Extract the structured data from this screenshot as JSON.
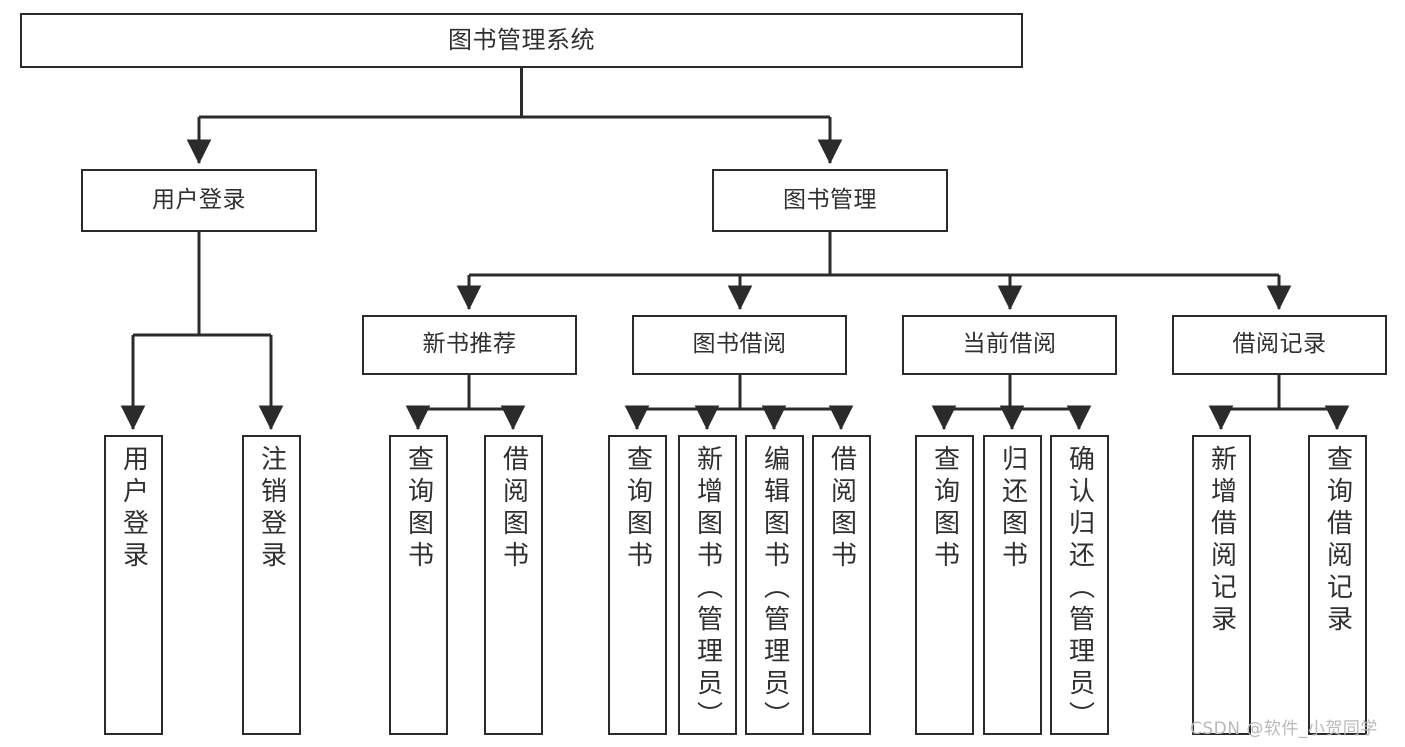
{
  "diagram": {
    "title": "图书管理系统",
    "type": "tree-flowchart",
    "stroke_color": "#2b2b2b",
    "text_color": "#30302f",
    "background_color": "#ffffff",
    "watermark": "CSDN @软件_小贺同学"
  },
  "nodes": {
    "root": {
      "label": "图书管理系统"
    },
    "level2": [
      {
        "label": "用户登录"
      },
      {
        "label": "图书管理"
      }
    ],
    "level3": [
      {
        "label": "新书推荐"
      },
      {
        "label": "图书借阅"
      },
      {
        "label": "当前借阅"
      },
      {
        "label": "借阅记录"
      }
    ],
    "leaves": {
      "user_login": [
        {
          "label": "用户登录"
        },
        {
          "label": "注销登录"
        }
      ],
      "new_book_recommend": [
        {
          "label": "查询图书"
        },
        {
          "label": "借阅图书"
        }
      ],
      "book_borrow": [
        {
          "label": "查询图书"
        },
        {
          "label": "新增图书（管理员）"
        },
        {
          "label": "编辑图书（管理员）"
        },
        {
          "label": "借阅图书"
        }
      ],
      "current_borrow": [
        {
          "label": "查询图书"
        },
        {
          "label": "归还图书"
        },
        {
          "label": "确认归还（管理员）"
        }
      ],
      "borrow_record": [
        {
          "label": "新增借阅记录"
        },
        {
          "label": "查询借阅记录"
        }
      ]
    }
  }
}
